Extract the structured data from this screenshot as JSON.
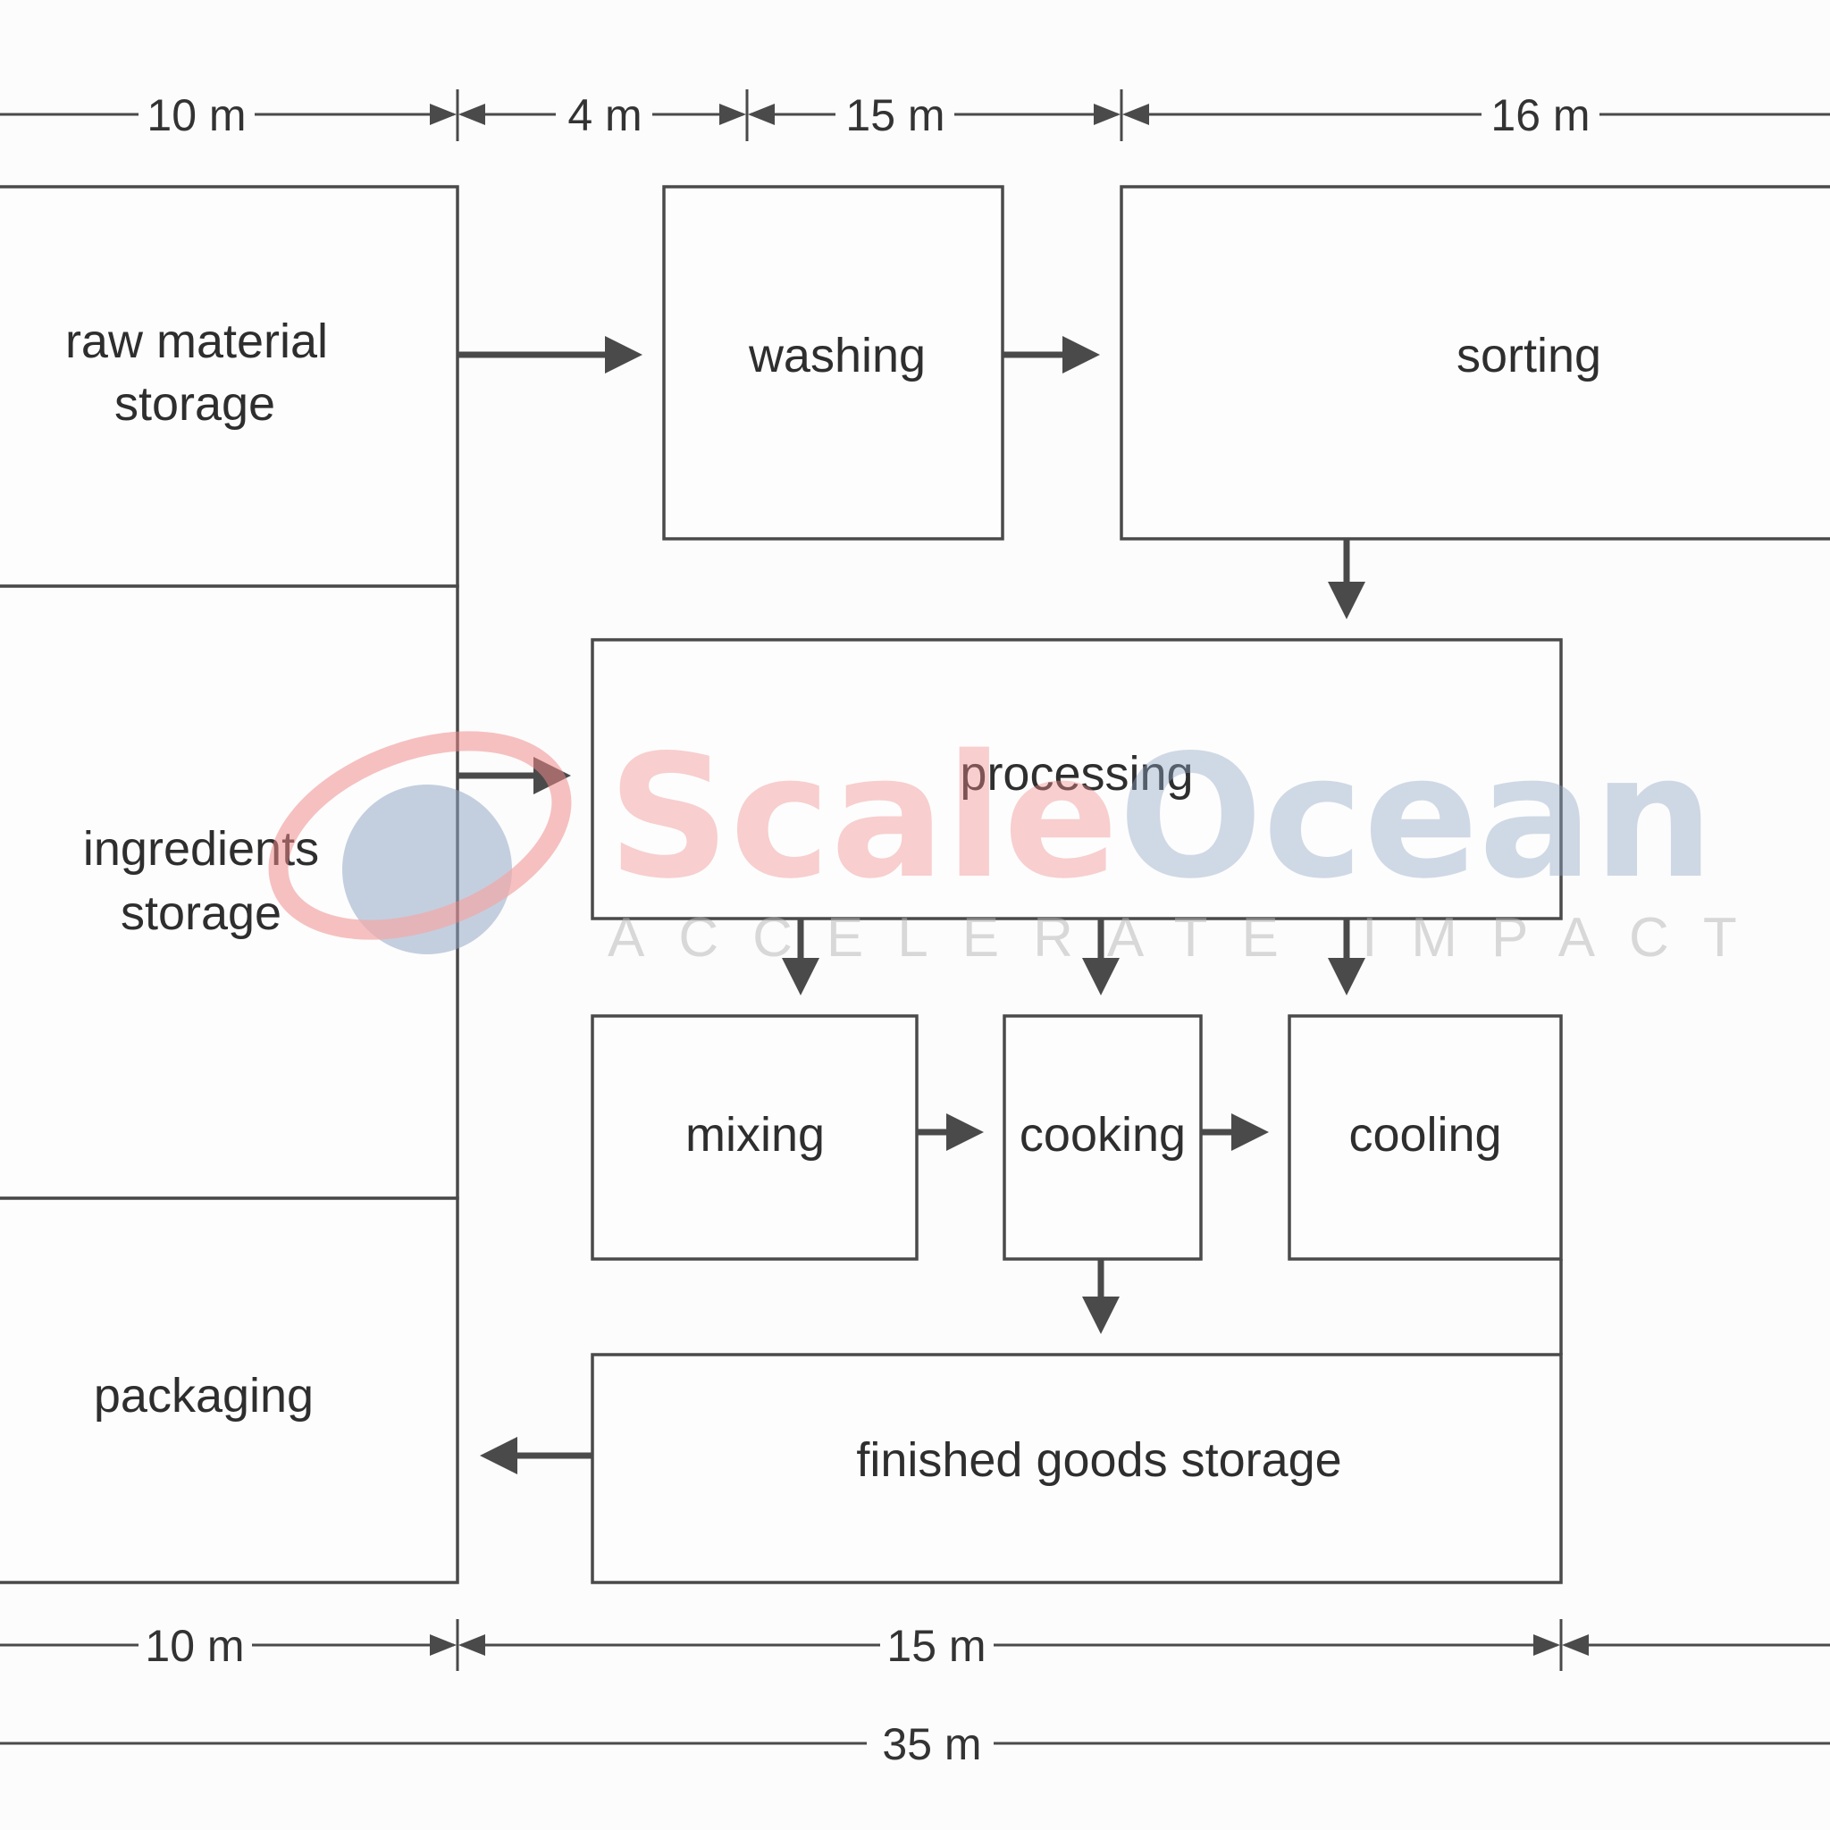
{
  "dimensions_top": [
    "10 m",
    "4 m",
    "15 m",
    "16 m"
  ],
  "dimensions_bottom": [
    "10 m",
    "15 m"
  ],
  "dimension_total": "35 m",
  "areas": {
    "raw_material": [
      "raw material",
      "storage"
    ],
    "ingredients": [
      "ingredients",
      "storage"
    ],
    "packaging": "packaging",
    "washing": "washing",
    "sorting": "sorting",
    "processing": "processing",
    "mixing": "mixing",
    "cooking": "cooking",
    "cooling": "cooling",
    "finished_goods": "finished goods storage"
  },
  "watermark": {
    "scale": "Scale",
    "ocean": "Ocean",
    "tagline": "ACCELERATE IMPACT",
    "scale_color": "#f08a8a",
    "ocean_color": "#8fa6c4"
  }
}
